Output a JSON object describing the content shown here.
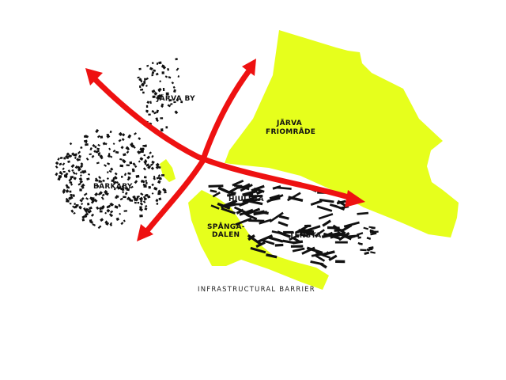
{
  "colors": {
    "green_area": "#e6ff1c",
    "arrow": "#ee1111",
    "buildings": "#111111",
    "background": "#ffffff"
  },
  "labels": {
    "jarva_by": "JÄRVA BY",
    "jarva_friomrade_line1": "JÄRVA",
    "jarva_friomrade_line2": "FRIOMRÅDE",
    "barkaby": "BARKABY",
    "hjulsta": "HJULSTA",
    "spanga_dalen_line1": "SPÅNGA-",
    "spanga_dalen_line2": "DALEN",
    "tensta": "TENSTA"
  },
  "caption": "INFRASTRUCTURAL BARRIER"
}
